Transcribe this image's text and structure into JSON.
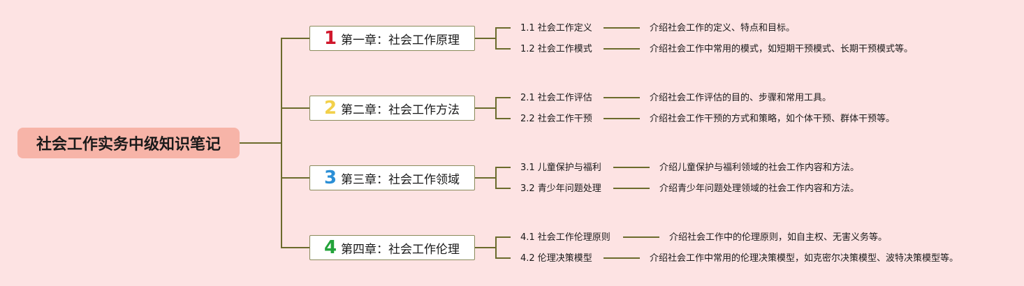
{
  "root": {
    "title": "社会工作实务中级知识笔记"
  },
  "chapters": [
    {
      "num": "1",
      "title": "第一章：社会工作原理",
      "color": "#d0172c",
      "subs": [
        {
          "label": "1.1 社会工作定义",
          "desc": "介绍社会工作的定义、特点和目标。"
        },
        {
          "label": "1.2 社会工作模式",
          "desc": "介绍社会工作中常用的模式，如短期干预模式、长期干预模式等。"
        }
      ]
    },
    {
      "num": "2",
      "title": "第二章：社会工作方法",
      "color": "#f2d04a",
      "subs": [
        {
          "label": "2.1 社会工作评估",
          "desc": "介绍社会工作评估的目的、步骤和常用工具。"
        },
        {
          "label": "2.2 社会工作干预",
          "desc": "介绍社会工作干预的方式和策略，如个体干预、群体干预等。"
        }
      ]
    },
    {
      "num": "3",
      "title": "第三章：社会工作领域",
      "color": "#2b8fd6",
      "subs": [
        {
          "label": "3.1 儿童保护与福利",
          "desc": "介绍儿童保护与福利领域的社会工作内容和方法。"
        },
        {
          "label": "3.2 青少年问题处理",
          "desc": "介绍青少年问题处理领域的社会工作内容和方法。"
        }
      ]
    },
    {
      "num": "4",
      "title": "第四章：社会工作伦理",
      "color": "#23a33a",
      "subs": [
        {
          "label": "4.1 社会工作伦理原则",
          "desc": "介绍社会工作中的伦理原则，如自主权、无害义务等。"
        },
        {
          "label": "4.2 伦理决策模型",
          "desc": "介绍社会工作中常用的伦理决策模型，如克密尔决策模型、波特决策模型等。"
        }
      ]
    }
  ],
  "colors": {
    "line": "#6b6b2c",
    "background": "#fde3e3",
    "root_fill": "#f7b4a8"
  }
}
